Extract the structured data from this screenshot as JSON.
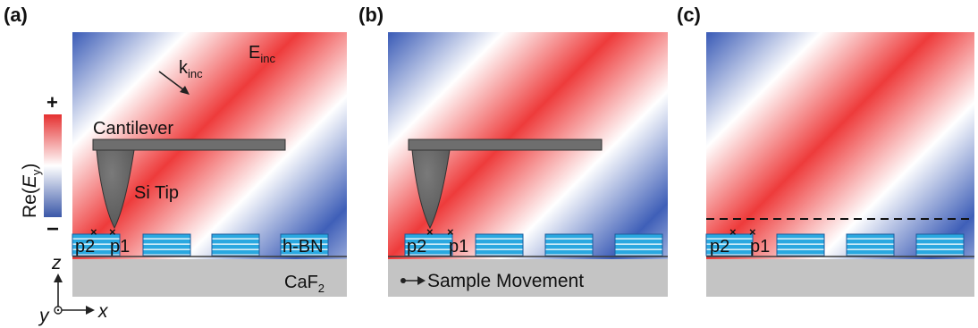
{
  "panels": [
    {
      "letter": "(a)"
    },
    {
      "letter": "(b)"
    },
    {
      "letter": "(c)"
    }
  ],
  "labels": {
    "k_inc_main": "k",
    "k_inc_sub": "inc",
    "e_inc_main": "E",
    "e_inc_sub": "inc",
    "cantilever": "Cantilever",
    "si_tip": "Si Tip",
    "hbn": "h-BN",
    "caf2_main": "CaF",
    "caf2_sub": "2",
    "p1": "p1",
    "p2": "p2",
    "sample_movement": "Sample Movement"
  },
  "colorbar": {
    "plus": "+",
    "minus": "−",
    "title_prefix": "Re(",
    "title_var": "E",
    "title_sub": "y",
    "title_suffix": ")",
    "colors": [
      "#e53030",
      "#ffffff",
      "#3a57a8"
    ]
  },
  "axes": {
    "z": "z",
    "y": "y",
    "x": "x"
  },
  "colors": {
    "field_red": "#ee3b3b",
    "field_blue": "#3f5fb8",
    "hbn_blue": "#2aa8e0",
    "substrate_gray": "#c4c4c4",
    "tip_gray": "#6e6e6e"
  }
}
